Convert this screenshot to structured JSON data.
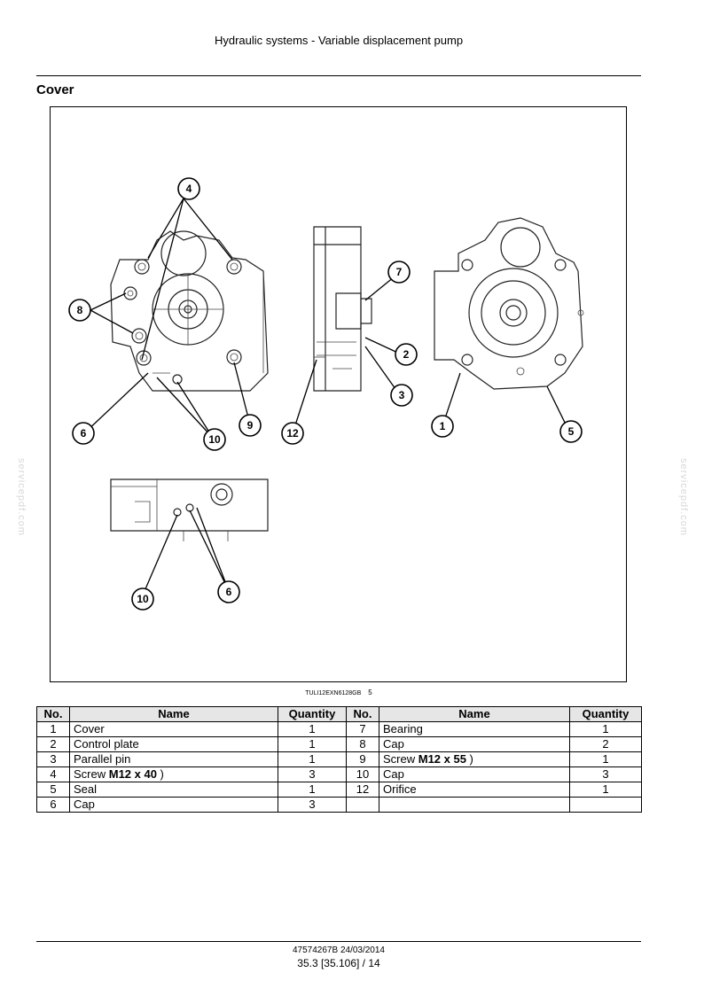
{
  "header": {
    "title": "Hydraulic systems - Variable displacement pump"
  },
  "section": {
    "title": "Cover"
  },
  "figure": {
    "reference": "TULI12EXN6128GB",
    "number": "5",
    "callouts": [
      "4",
      "8",
      "6",
      "10",
      "9",
      "7",
      "2",
      "3",
      "12",
      "1",
      "5",
      "10",
      "6"
    ]
  },
  "watermark": "servicepdf.com",
  "table": {
    "headers": [
      "No.",
      "Name",
      "Quantity",
      "No.",
      "Name",
      "Quantity"
    ],
    "left": [
      {
        "no": "1",
        "name": "Cover",
        "qty": "1"
      },
      {
        "no": "2",
        "name": "Control plate",
        "qty": "1"
      },
      {
        "no": "3",
        "name": "Parallel pin",
        "qty": "1"
      },
      {
        "no": "4",
        "name_prefix": "Screw ",
        "name_bold": "M12 x 40",
        "name_suffix": " )",
        "qty": "3"
      },
      {
        "no": "5",
        "name": "Seal",
        "qty": "1"
      },
      {
        "no": "6",
        "name": "Cap",
        "qty": "3"
      }
    ],
    "right": [
      {
        "no": "7",
        "name": "Bearing",
        "qty": "1"
      },
      {
        "no": "8",
        "name": "Cap",
        "qty": "2"
      },
      {
        "no": "9",
        "name_prefix": "Screw ",
        "name_bold": "M12 x 55",
        "name_suffix": " )",
        "qty": "1"
      },
      {
        "no": "10",
        "name": "Cap",
        "qty": "3"
      },
      {
        "no": "12",
        "name": "Orifice",
        "qty": "1"
      }
    ]
  },
  "footer": {
    "doc_ref": "47574267B 24/03/2014",
    "page": "35.3 [35.106] / 14"
  }
}
